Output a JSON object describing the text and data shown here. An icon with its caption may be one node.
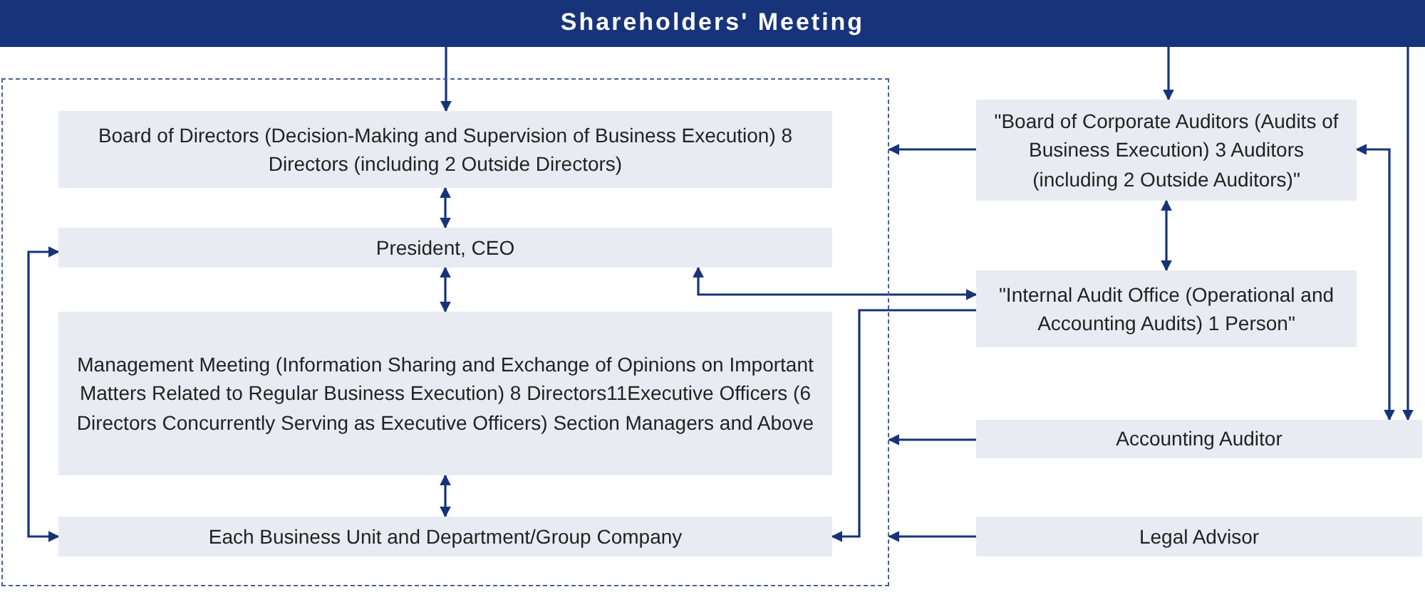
{
  "diagram": {
    "nodes": [
      {
        "text": [
          "Shareholders' Meeting"
        ]
      },
      {
        "text": [],
        "shape": "box"
      },
      {
        "text": [
          "Board of Directors (Decision-Making and Supervision of Business Execution) 8 Directors (including 2 Outside Directors)"
        ],
        "in": 1
      },
      {
        "text": [
          "President, CEO"
        ],
        "in": 1
      },
      {
        "text": [
          "Management Meeting (Information Sharing and Exchange of Opinions on Important Matters Related to Regular Business Execution) 8 Directors11Executive Officers (6 Directors Concurrently Serving as Executive Officers) Section Managers and Above"
        ],
        "in": 1
      },
      {
        "text": [
          "Each Business Unit and Department/Group Company"
        ],
        "in": 1
      },
      {
        "text": [
          "\"Board of Corporate Auditors (Audits of Business Execution) 3 Auditors (including 2 Outside Auditors)\""
        ]
      },
      {
        "text": [
          "\"Internal Audit Office (Operational and Accounting Audits) 1 Person\""
        ]
      },
      {
        "text": [
          "Accounting Auditor"
        ]
      },
      {
        "text": [
          "Legal Advisor"
        ]
      }
    ],
    "edges": [
      {
        "from": 0,
        "to": 2,
        "arrow": "to"
      },
      {
        "from": 0,
        "to": 6,
        "arrow": "to"
      },
      {
        "from": 0,
        "to": 8,
        "arrow": "to"
      },
      {
        "from": 6,
        "to": 8,
        "arrow": "both"
      },
      {
        "from": 2,
        "to": 3,
        "arrow": "both"
      },
      {
        "from": 3,
        "to": 4,
        "arrow": "both"
      },
      {
        "from": 4,
        "to": 5,
        "arrow": "both"
      },
      {
        "from": 3,
        "to": 5,
        "arrow": "both"
      },
      {
        "from": 6,
        "to": 1,
        "arrow": "to"
      },
      {
        "from": 6,
        "to": 7,
        "arrow": "both"
      },
      {
        "from": 7,
        "to": 3,
        "arrow": "both"
      },
      {
        "from": 7,
        "to": 5,
        "arrow": "to"
      },
      {
        "from": 8,
        "to": 1,
        "arrow": "to"
      },
      {
        "from": 9,
        "to": 1,
        "arrow": "to"
      }
    ]
  }
}
